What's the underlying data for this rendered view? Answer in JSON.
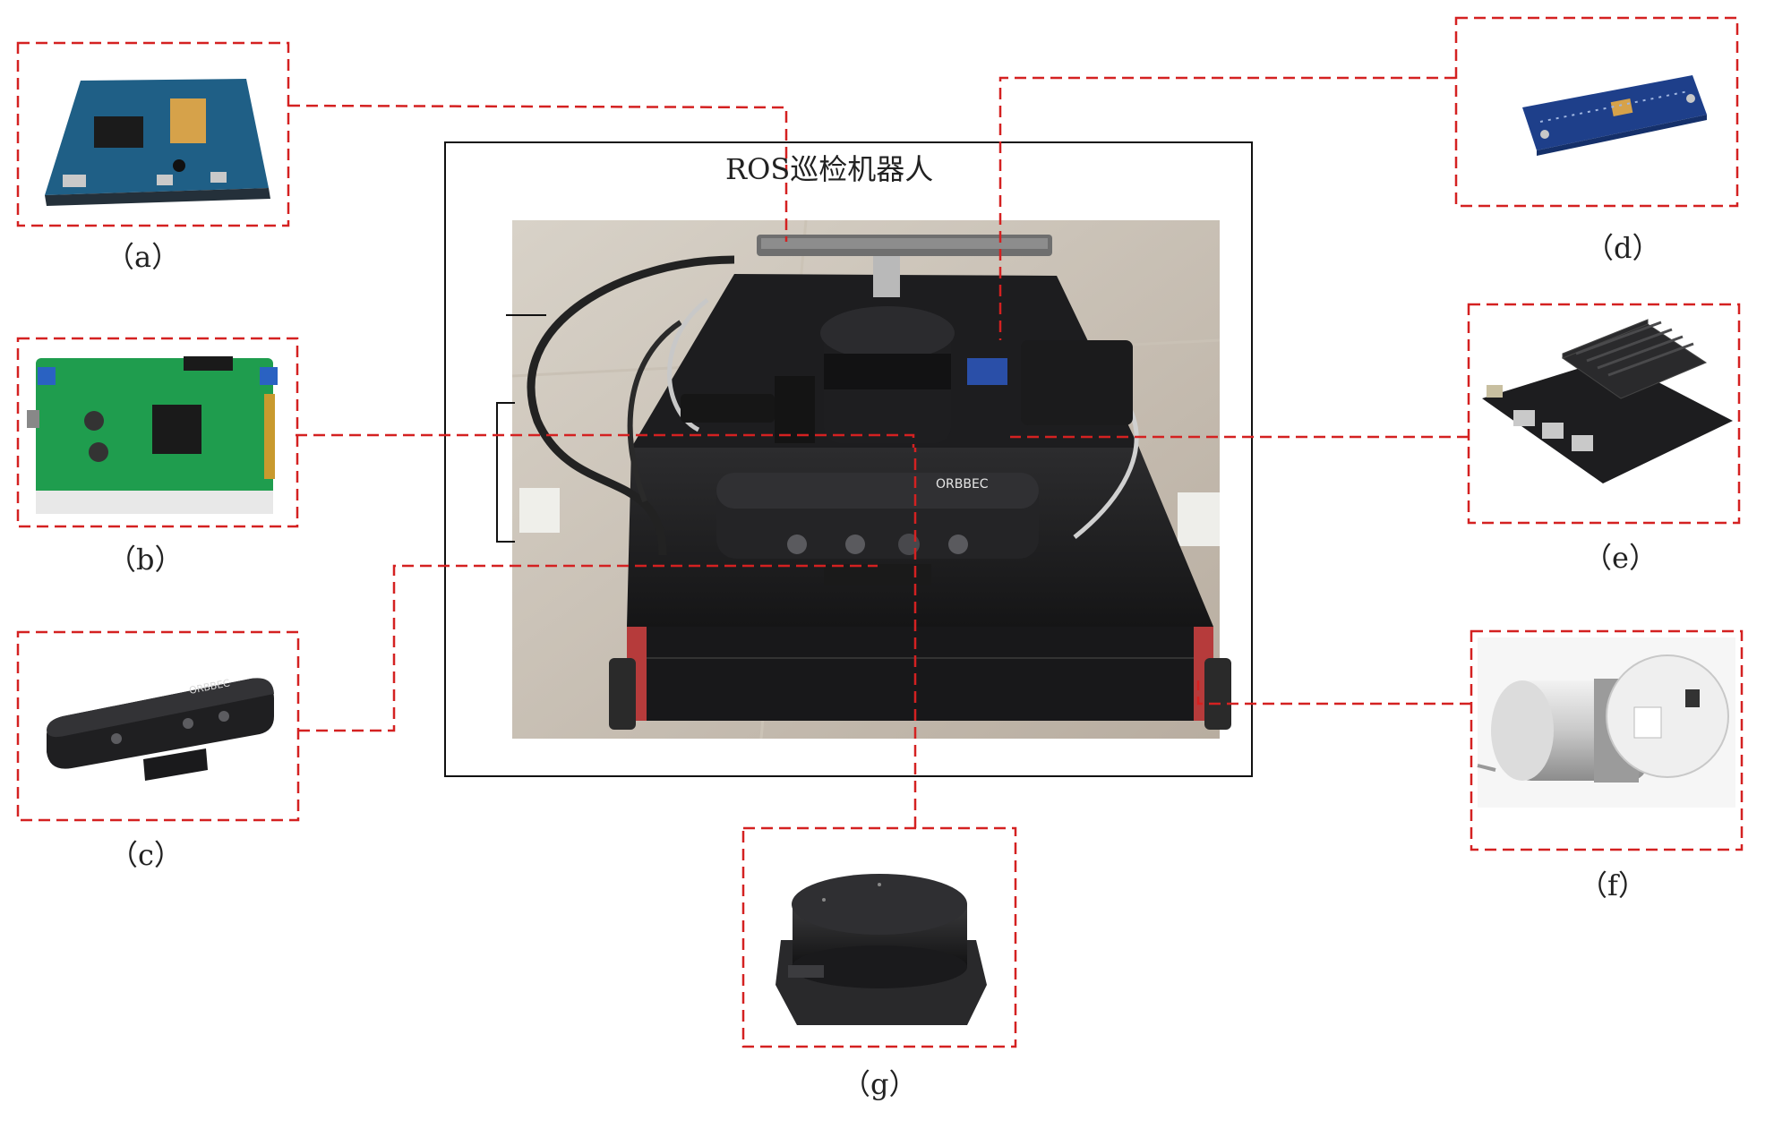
{
  "main": {
    "title": "ROS巡检机器人",
    "photo_text": {
      "camera_brand": "ORBBEC"
    }
  },
  "components": [
    {
      "id": "a",
      "label": "（a）",
      "icon": "lcd-display-board-icon"
    },
    {
      "id": "b",
      "label": "（b）",
      "icon": "motor-controller-board-icon"
    },
    {
      "id": "c",
      "label": "（c）",
      "icon": "depth-camera-icon",
      "brand": "ORBBEC"
    },
    {
      "id": "d",
      "label": "（d）",
      "icon": "imu-sensor-board-icon"
    },
    {
      "id": "e",
      "label": "（e）",
      "icon": "jetson-nano-board-icon"
    },
    {
      "id": "f",
      "label": "（f）",
      "icon": "dc-gear-motor-icon"
    },
    {
      "id": "g",
      "label": "（g）",
      "icon": "lidar-sensor-icon"
    }
  ],
  "colors": {
    "connector": "#d42121",
    "frame": "#111111",
    "pcb_blue": "#1f5f86",
    "pcb_green": "#1f9d4e"
  }
}
